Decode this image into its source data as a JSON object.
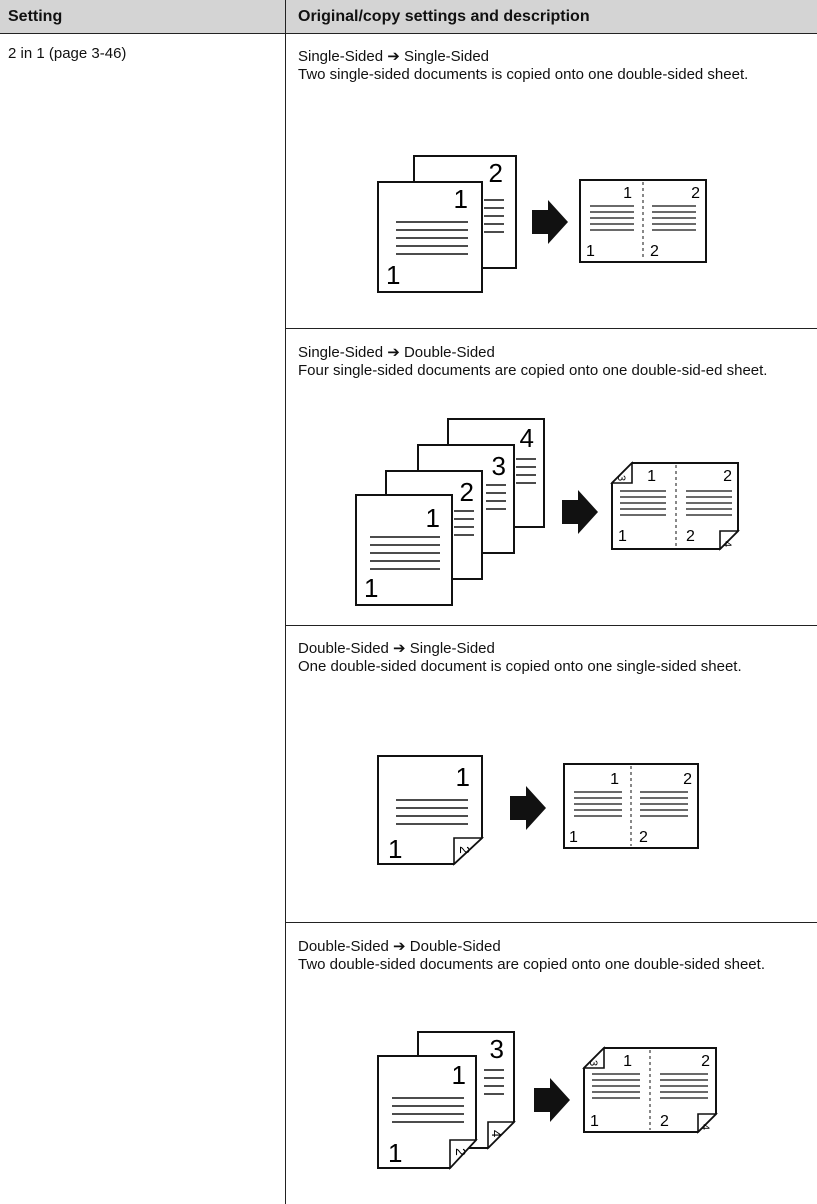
{
  "header": {
    "setting": "Setting",
    "original": "Original/copy settings and description"
  },
  "setting_value": "2 in 1 (page 3-46)",
  "rows": [
    {
      "title": "Single-Sided ➔ Single-Sided",
      "description": "Two single-sided documents is copied onto one double-sided sheet."
    },
    {
      "title": "Single-Sided ➔ Double-Sided",
      "description": "Four single-sided documents are copied onto one double-sid-ed sheet."
    },
    {
      "title": "Double-Sided ➔ Single-Sided",
      "description": "One double-sided document is copied onto one single-sided sheet."
    },
    {
      "title": "Double-Sided ➔ Double-Sided",
      "description": "Two double-sided documents are copied onto one double-sided sheet."
    }
  ],
  "figures": {
    "p1": "1",
    "p2": "2",
    "p3": "3",
    "p4": "4"
  }
}
